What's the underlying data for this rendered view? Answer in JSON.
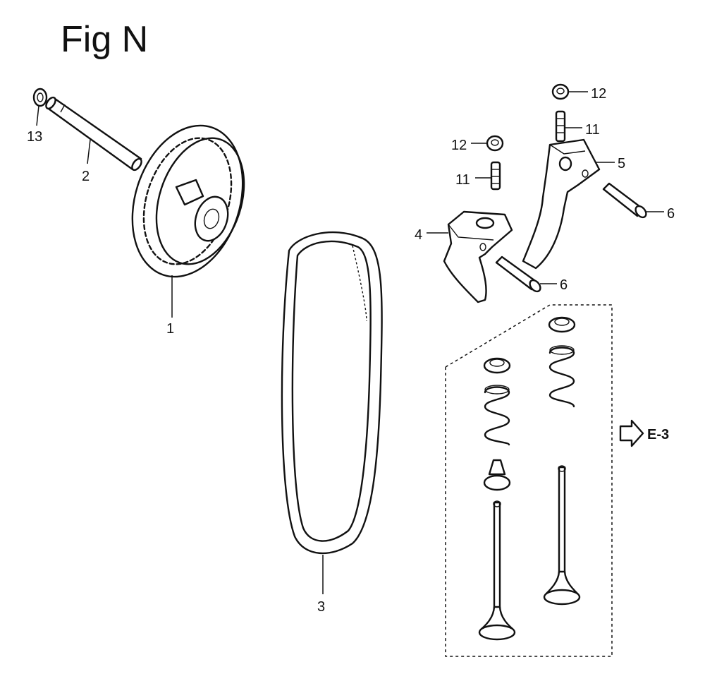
{
  "figure": {
    "title": "Fig N"
  },
  "callouts": {
    "c1": "1",
    "c2": "2",
    "c3": "3",
    "c4": "4",
    "c5": "5",
    "c6a": "6",
    "c6b": "6",
    "c11a": "11",
    "c11b": "11",
    "c12a": "12",
    "c12b": "12",
    "c13": "13"
  },
  "reference": {
    "label": "E-3"
  }
}
